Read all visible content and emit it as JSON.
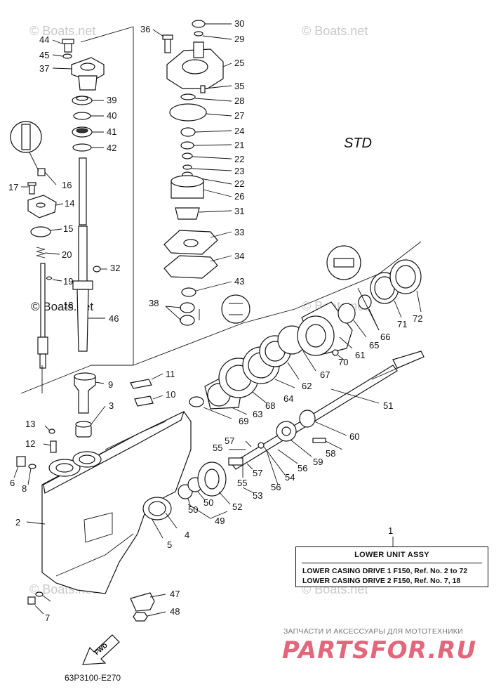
{
  "diagram": {
    "label": "STD",
    "watermark": "© Boats.net",
    "watermark_faint": "Boats.net",
    "fwd_label": "FWD",
    "callouts": [
      "1",
      "2",
      "3",
      "4",
      "5",
      "6",
      "7",
      "8",
      "9",
      "10",
      "11",
      "12",
      "13",
      "14",
      "15",
      "16",
      "17",
      "18",
      "19",
      "20",
      "21",
      "22",
      "23",
      "24",
      "25",
      "26",
      "27",
      "28",
      "29",
      "30",
      "31",
      "32",
      "33",
      "34",
      "35",
      "36",
      "37",
      "38",
      "39",
      "40",
      "41",
      "42",
      "43",
      "44",
      "45",
      "46",
      "47",
      "48",
      "49",
      "50",
      "51",
      "52",
      "53",
      "54",
      "55",
      "56",
      "57",
      "58",
      "59",
      "60",
      "61",
      "62",
      "63",
      "64",
      "65",
      "66",
      "67",
      "68",
      "69",
      "70",
      "71",
      "72"
    ]
  },
  "legend": {
    "title": "LOWER UNIT ASSY",
    "line1": "LOWER CASING DRIVE 1 F150, Ref. No. 2 to 72",
    "line2": "LOWER CASING DRIVE 2 F150, Ref. No. 7, 18"
  },
  "brand": {
    "tagline": "ЗАПЧАСТИ И АКСЕССУАРЫ ДЛЯ МОТОТЕХНИКИ",
    "logo": "PARTSFOR.RU"
  },
  "drawing_code": "63P3100-E270",
  "colors": {
    "ink": "#111111",
    "watermark": "#c9c9c9",
    "brand": "#e3677b"
  }
}
